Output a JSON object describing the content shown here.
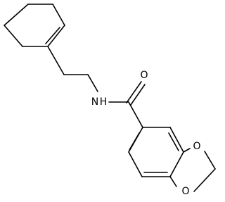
{
  "molecule": {
    "atoms": {
      "amide_oxygen": "O",
      "amide_nitrogen": "N",
      "amide_hydrogen": "H",
      "dioxole_oxygen_top": "O",
      "dioxole_oxygen_bottom": "O"
    }
  }
}
